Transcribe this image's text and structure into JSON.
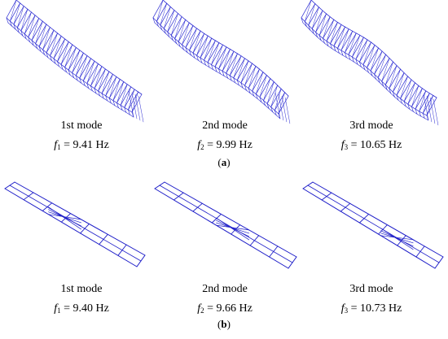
{
  "colors": {
    "mesh": "#2a2ad2",
    "mesh_b": "#1c1cc8",
    "text": "#000000"
  },
  "rows": [
    {
      "label": "a",
      "style": "dense-truss",
      "modes": [
        {
          "name": "1st mode",
          "symbol": "f",
          "sub": "1",
          "value": "= 9.41 Hz"
        },
        {
          "name": "2nd mode",
          "symbol": "f",
          "sub": "2",
          "value": "= 9.99 Hz"
        },
        {
          "name": "3rd mode",
          "symbol": "f",
          "sub": "3",
          "value": "= 10.65 Hz"
        }
      ]
    },
    {
      "label": "b",
      "style": "coarse-plate",
      "modes": [
        {
          "name": "1st mode",
          "symbol": "f",
          "sub": "1",
          "value": "= 9.40 Hz"
        },
        {
          "name": "2nd mode",
          "symbol": "f",
          "sub": "2",
          "value": "= 9.66 Hz"
        },
        {
          "name": "3rd mode",
          "symbol": "f",
          "sub": "3",
          "value": "= 10.73 Hz"
        }
      ]
    }
  ]
}
